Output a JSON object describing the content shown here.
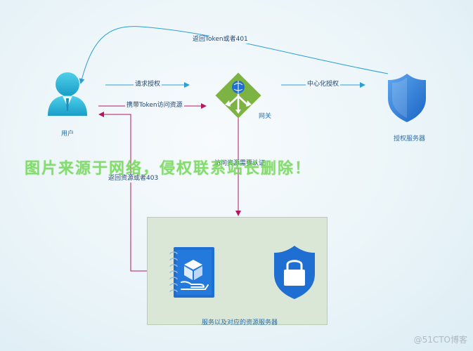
{
  "nodes": {
    "user": {
      "label": "用户"
    },
    "gateway": {
      "label": "网关"
    },
    "auth_server": {
      "label": "授权服务器"
    },
    "resource_servers": {
      "label": "服务以及对应的资源服务器"
    }
  },
  "edges": {
    "request_auth": "请求授权",
    "carry_token": "携带Token访问资源",
    "central_auth": "中心化授权",
    "return_token": "返回Token或者401",
    "need_auth": "访问资源需要认证",
    "return_resource": "返回资源或者403"
  },
  "watermark": "图片来源于网络，侵权联系站长删除！",
  "corner_mark": "@51CTO博客",
  "colors": {
    "blue_line": "#2a9fd6",
    "magenta_line": "#b5175f",
    "gateway_green": "#7cb342",
    "icon_blue": "#1e6fd1"
  }
}
